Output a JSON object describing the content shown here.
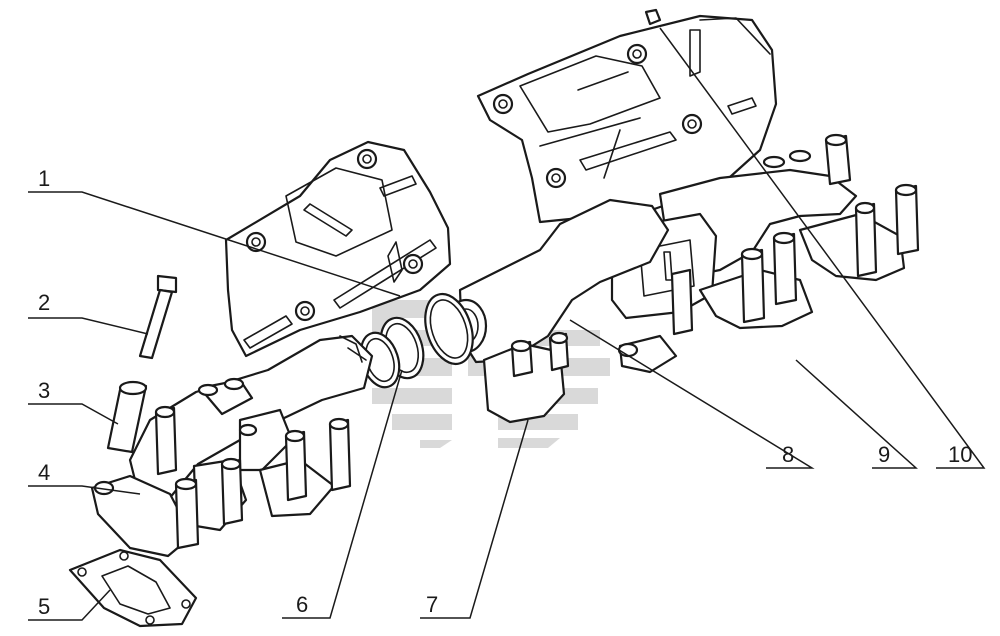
{
  "callouts": [
    {
      "id": "1",
      "label": "1"
    },
    {
      "id": "2",
      "label": "2"
    },
    {
      "id": "3",
      "label": "3"
    },
    {
      "id": "4",
      "label": "4"
    },
    {
      "id": "5",
      "label": "5"
    },
    {
      "id": "6",
      "label": "6"
    },
    {
      "id": "7",
      "label": "7"
    },
    {
      "id": "8",
      "label": "8"
    },
    {
      "id": "9",
      "label": "9"
    },
    {
      "id": "10",
      "label": "10"
    }
  ],
  "colors": {
    "line": "#1a1a1a",
    "background": "#ffffff",
    "watermark": "#d2d2d2"
  }
}
